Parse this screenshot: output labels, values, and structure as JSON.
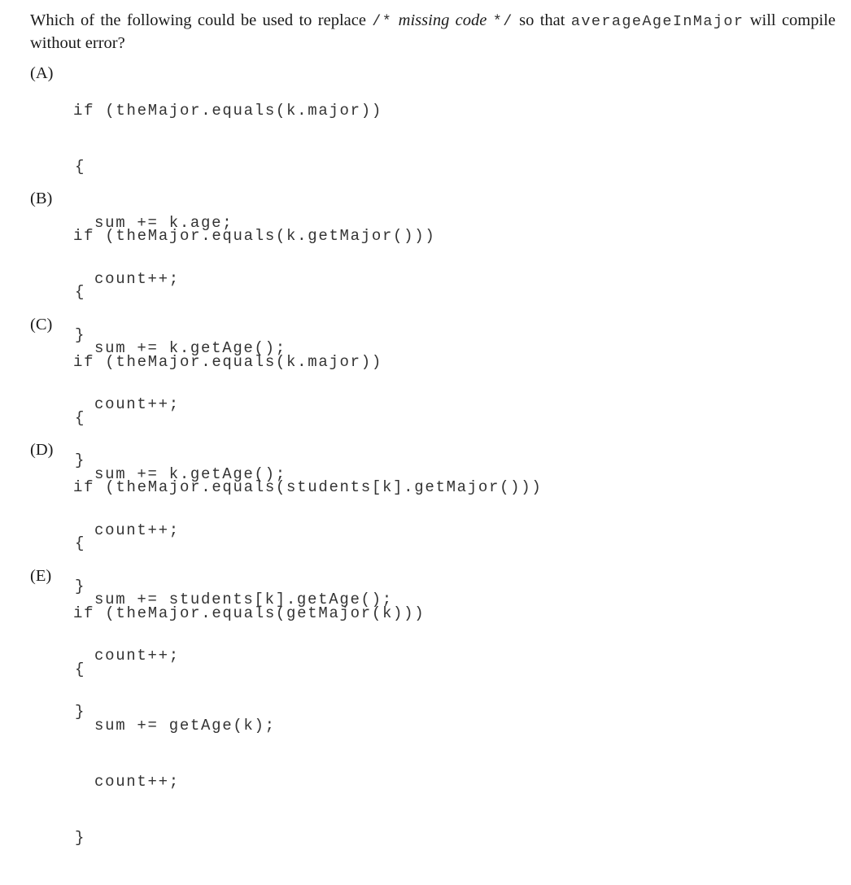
{
  "question": {
    "text_before": "Which of the following could be used to replace ",
    "comment_open": "/*",
    "comment_text": "missing code",
    "comment_close": "*/",
    "text_middle": " so that ",
    "method_name": "averageAgeInMajor",
    "text_after": " will compile without error?"
  },
  "options": [
    {
      "label": "(A)",
      "condition": "if (theMajor.equals(k.major))",
      "open": "{",
      "body1": "sum += k.age;",
      "body2": "count++;",
      "close": "}"
    },
    {
      "label": "(B)",
      "condition": "if (theMajor.equals(k.getMajor()))",
      "open": "{",
      "body1": "sum += k.getAge();",
      "body2": "count++;",
      "close": "}"
    },
    {
      "label": "(C)",
      "condition": "if (theMajor.equals(k.major))",
      "open": "{",
      "body1": "sum += k.getAge();",
      "body2": "count++;",
      "close": "}"
    },
    {
      "label": "(D)",
      "condition": "if (theMajor.equals(students[k].getMajor()))",
      "open": "{",
      "body1": "sum += students[k].getAge();",
      "body2": "count++;",
      "close": "}"
    },
    {
      "label": "(E)",
      "condition": "if (theMajor.equals(getMajor(k)))",
      "open": "{",
      "body1": "sum += getAge(k);",
      "body2": "count++;",
      "close": "}"
    }
  ]
}
